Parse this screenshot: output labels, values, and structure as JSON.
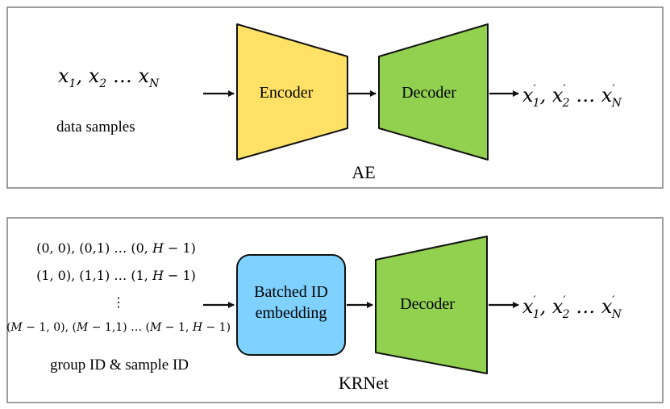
{
  "top_panel": {
    "label": "AE",
    "input_math": "x₁, x₂ … x_N",
    "input_caption": "data samples",
    "encoder_label": "Encoder",
    "decoder_label": "Decoder",
    "output_math": "x′₁, x′₂ … x′_N"
  },
  "bottom_panel": {
    "label": "KRNet",
    "id_rows": [
      "(0, 0), (0,1) … (0, H − 1)",
      "(1, 0), (1,1) … (1, H − 1)",
      "⋮",
      "(M − 1, 0), (M − 1,1) … (M − 1, H − 1)"
    ],
    "input_caption": "group ID & sample ID",
    "embedding_label_line1": "Batched ID",
    "embedding_label_line2": "embedding",
    "decoder_label": "Decoder",
    "output_math": "x′₁, x′₂ … x′_N"
  },
  "colors": {
    "encoder_fill": "#FFE265",
    "decoder_fill": "#92D050",
    "embedding_fill": "#7FD1FF",
    "stroke": "#111111",
    "panel_border": "#7f7f7f"
  }
}
